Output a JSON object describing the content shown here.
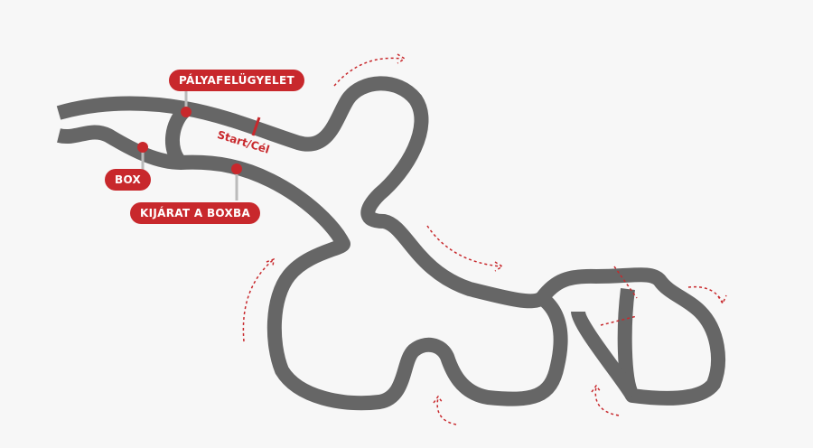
{
  "labels": {
    "marshal": "PÁLYAFELÜGYELET",
    "box": "BOX",
    "pit_exit": "KIJÁRAT A BOXBA",
    "start_finish": "Start/Cél"
  },
  "colors": {
    "track": "#666666",
    "accent": "#c8282c",
    "background": "#f7f7f7"
  }
}
